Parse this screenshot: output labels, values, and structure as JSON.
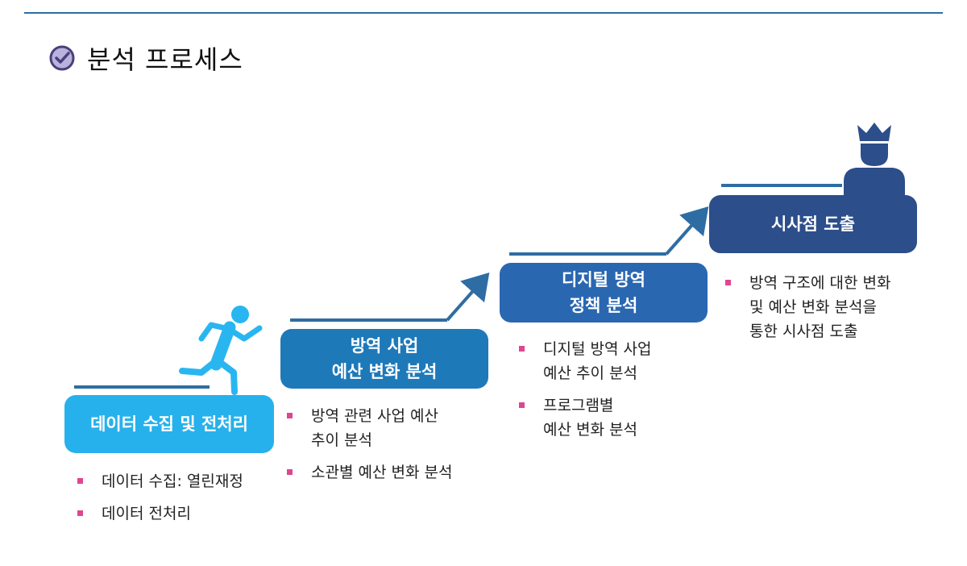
{
  "page": {
    "title": "분석 프로세스"
  },
  "icons": {
    "title_icon": "check-circle-icon",
    "runner": "running-person-icon",
    "king": "crowned-person-icon"
  },
  "colors": {
    "rule": "#2e6da4",
    "step1": "#27b1ec",
    "step2": "#1e79b9",
    "step3": "#2a67b1",
    "step4": "#2c4e8a",
    "bullet": "#e0458f",
    "check_icon": "#6b5fa8"
  },
  "steps": [
    {
      "label": "데이터 수집 및 전처리",
      "bullets": [
        "데이터 수집: 열린재정",
        "데이터 전처리"
      ]
    },
    {
      "label": "방역 사업\n예산 변화 분석",
      "bullets": [
        "방역 관련 사업 예산\n추이 분석",
        "소관별 예산 변화 분석"
      ]
    },
    {
      "label": "디지털 방역\n정책 분석",
      "bullets": [
        "디지털 방역 사업\n예산 추이 분석",
        "프로그램별\n예산 변화 분석"
      ]
    },
    {
      "label": "시사점 도출",
      "bullets": [
        "방역 구조에 대한 변화\n및 예산 변화 분석을\n통한 시사점 도출"
      ]
    }
  ]
}
